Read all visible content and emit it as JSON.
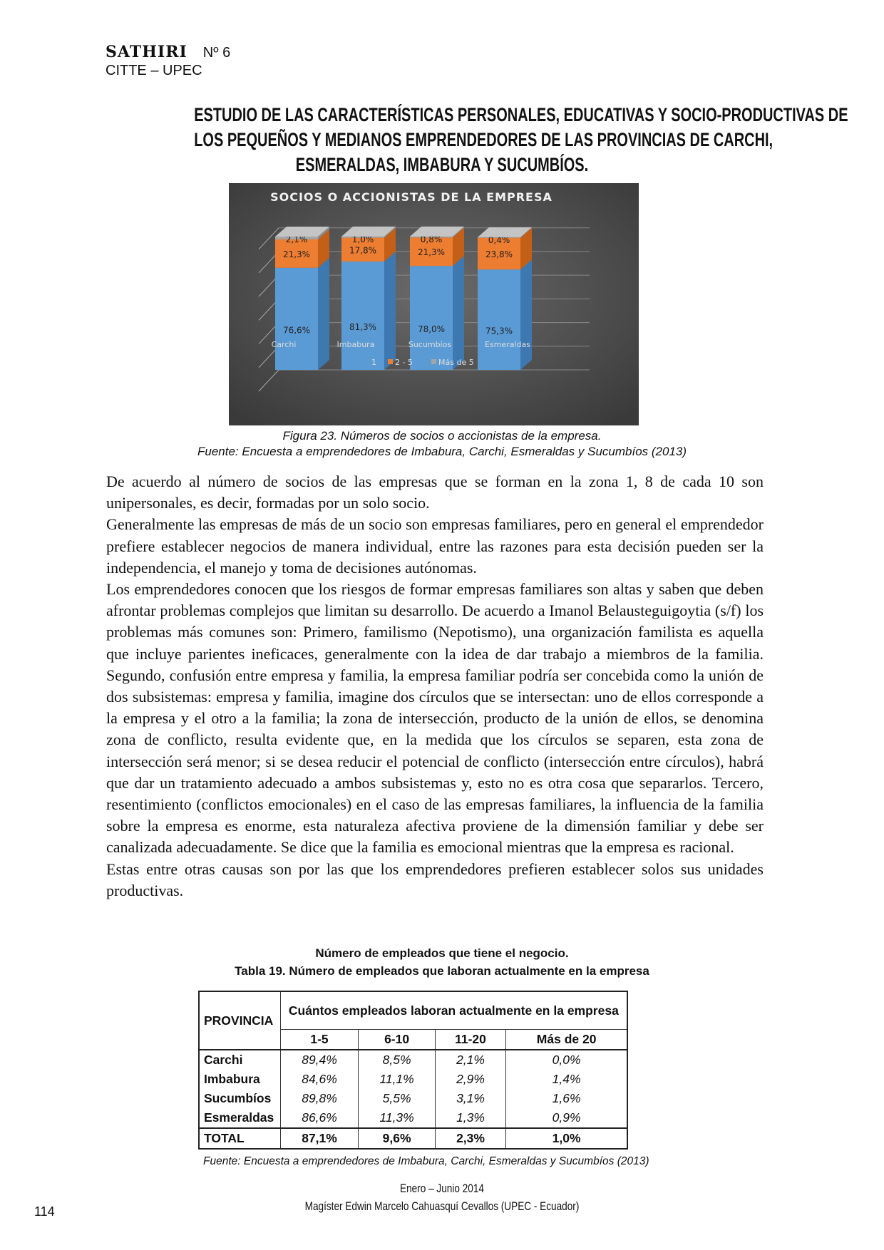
{
  "header": {
    "journal": "SATHIRI",
    "number": "Nº 6",
    "org": "CITTE – UPEC"
  },
  "title_lines": [
    "ESTUDIO DE LAS CARACTERÍSTICAS PERSONALES, EDUCATIVAS Y SOCIO-PRODUCTIVAS DE",
    "LOS PEQUEÑOS Y MEDIANOS EMPRENDEDORES DE LAS PROVINCIAS DE CARCHI,",
    "ESMERALDAS, IMBABURA Y SUCUMBÍOS."
  ],
  "chart_data": {
    "type": "bar",
    "stacked": true,
    "title": "SOCIOS O ACCIONISTAS DE LA EMPRESA",
    "categories": [
      "Carchi",
      "Imbabura",
      "Sucumbíos",
      "Esmeraldas"
    ],
    "series": [
      {
        "name": "1",
        "color": "#5b9bd5",
        "values": [
          76.6,
          81.3,
          78.0,
          75.3
        ],
        "labels": [
          "76,6%",
          "81,3%",
          "78,0%",
          "75,3%"
        ]
      },
      {
        "name": "2 - 5",
        "color": "#ed7d31",
        "values": [
          21.3,
          17.8,
          21.3,
          23.8
        ],
        "labels": [
          "21,3%",
          "17,8%",
          "21,3%",
          "23,8%"
        ]
      },
      {
        "name": "Más de 5",
        "color": "#a5a5a5",
        "values": [
          2.1,
          1.0,
          0.8,
          0.4
        ],
        "labels": [
          "2,1%",
          "1,0%",
          "0,8%",
          "0,4%"
        ]
      }
    ],
    "ylim": [
      0,
      100
    ],
    "grid": true,
    "legend": "bottom"
  },
  "figure_caption": "Figura 23. Números de socios o accionistas de la empresa.",
  "figure_source": "Fuente: Encuesta a emprendedores de Imbabura, Carchi, Esmeraldas y Sucumbíos (2013)",
  "paragraphs": [
    "De acuerdo al número de socios de las empresas que se forman en la zona 1, 8 de cada 10 son unipersonales, es decir, formadas por un solo socio.",
    "Generalmente las empresas de más de un socio son empresas familiares, pero en general el emprendedor prefiere establecer negocios de manera individual, entre las razones para esta decisión pueden ser la independencia, el manejo y toma de decisiones autónomas.",
    "Los emprendedores conocen que los riesgos de formar empresas familiares son altas y saben que deben afrontar problemas complejos que limitan su desarrollo. De acuerdo a Imanol Belausteguigoytia (s/f) los problemas más comunes son: Primero, familismo (Nepotismo), una organización familista es aquella que incluye parientes ineficaces, generalmente con la idea de dar trabajo a miembros de la familia. Segundo, confusión entre empresa y familia, la empresa familiar podría ser concebida como la unión de dos subsistemas: empresa y familia, imagine dos círculos que se intersectan: uno de ellos corresponde a la empresa y el otro a la familia; la zona de intersección, producto de la unión de ellos, se denomina zona de conflicto, resulta evidente que, en la medida que los círculos se separen, esta zona de intersección será menor; si se desea reducir el potencial de conflicto (intersección entre círculos), habrá que dar un tratamiento adecuado a ambos subsistemas y, esto no es otra cosa que separarlos. Tercero, resentimiento (conflictos emocionales) en el caso de las empresas familiares, la influencia de la familia sobre la empresa es enorme, esta naturaleza afectiva proviene de la dimensión familiar y debe ser canalizada adecuadamente. Se dice que la familia es emocional mientras que la empresa es racional.",
    "Estas entre otras causas son por las que los emprendedores prefieren establecer solos sus unidades productivas."
  ],
  "table_heading": "Número de empleados que tiene el negocio.",
  "table_title": "Tabla 19. Número de empleados que laboran actualmente en la empresa",
  "table": {
    "row_header": "PROVINCIA",
    "group_header": "Cuántos empleados laboran actualmente en la empresa",
    "columns": [
      "1-5",
      "6-10",
      "11-20",
      "Más de 20"
    ],
    "rows": [
      {
        "province": "Carchi",
        "values": [
          "89,4%",
          "8,5%",
          "2,1%",
          "0,0%"
        ]
      },
      {
        "province": "Imbabura",
        "values": [
          "84,6%",
          "11,1%",
          "2,9%",
          "1,4%"
        ]
      },
      {
        "province": "Sucumbíos",
        "values": [
          "89,8%",
          "5,5%",
          "3,1%",
          "1,6%"
        ]
      },
      {
        "province": "Esmeraldas",
        "values": [
          "86,6%",
          "11,3%",
          "1,3%",
          "0,9%"
        ]
      }
    ],
    "total": {
      "province": "TOTAL",
      "values": [
        "87,1%",
        "9,6%",
        "2,3%",
        "1,0%"
      ]
    }
  },
  "table_source": "Fuente: Encuesta a emprendedores de Imbabura, Carchi, Esmeraldas y  Sucumbíos (2013)",
  "footer": {
    "date": "Enero – Junio 2014",
    "author": "Magíster Edwin Marcelo Cahuasquí Cevallos (UPEC - Ecuador)",
    "page": "114"
  }
}
